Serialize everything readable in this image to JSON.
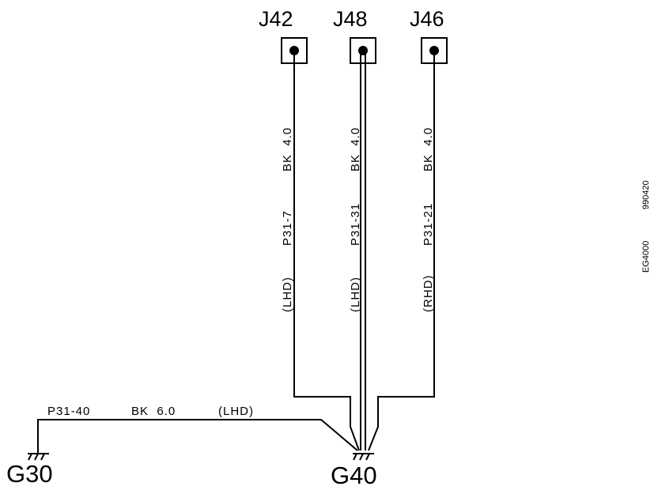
{
  "connectors": [
    {
      "id": "J42",
      "label": "J42"
    },
    {
      "id": "J48",
      "label": "J48"
    },
    {
      "id": "J46",
      "label": "J46"
    }
  ],
  "wires": [
    {
      "variant": "(LHD)",
      "circuit": "P31-7",
      "spec": "BK  4.0"
    },
    {
      "variant": "(LHD)",
      "circuit": "P31-31",
      "spec": "BK  4.0"
    },
    {
      "variant": "(RHD)",
      "circuit": "P31-21",
      "spec": "BK  4.0"
    }
  ],
  "ground_wire": {
    "circuit": "P31-40",
    "spec": "BK  6.0",
    "variant": "(LHD)"
  },
  "grounds": {
    "left": "G30",
    "right": "G40"
  },
  "side_codes": {
    "code_a": "EG4000",
    "code_b": "990420"
  }
}
